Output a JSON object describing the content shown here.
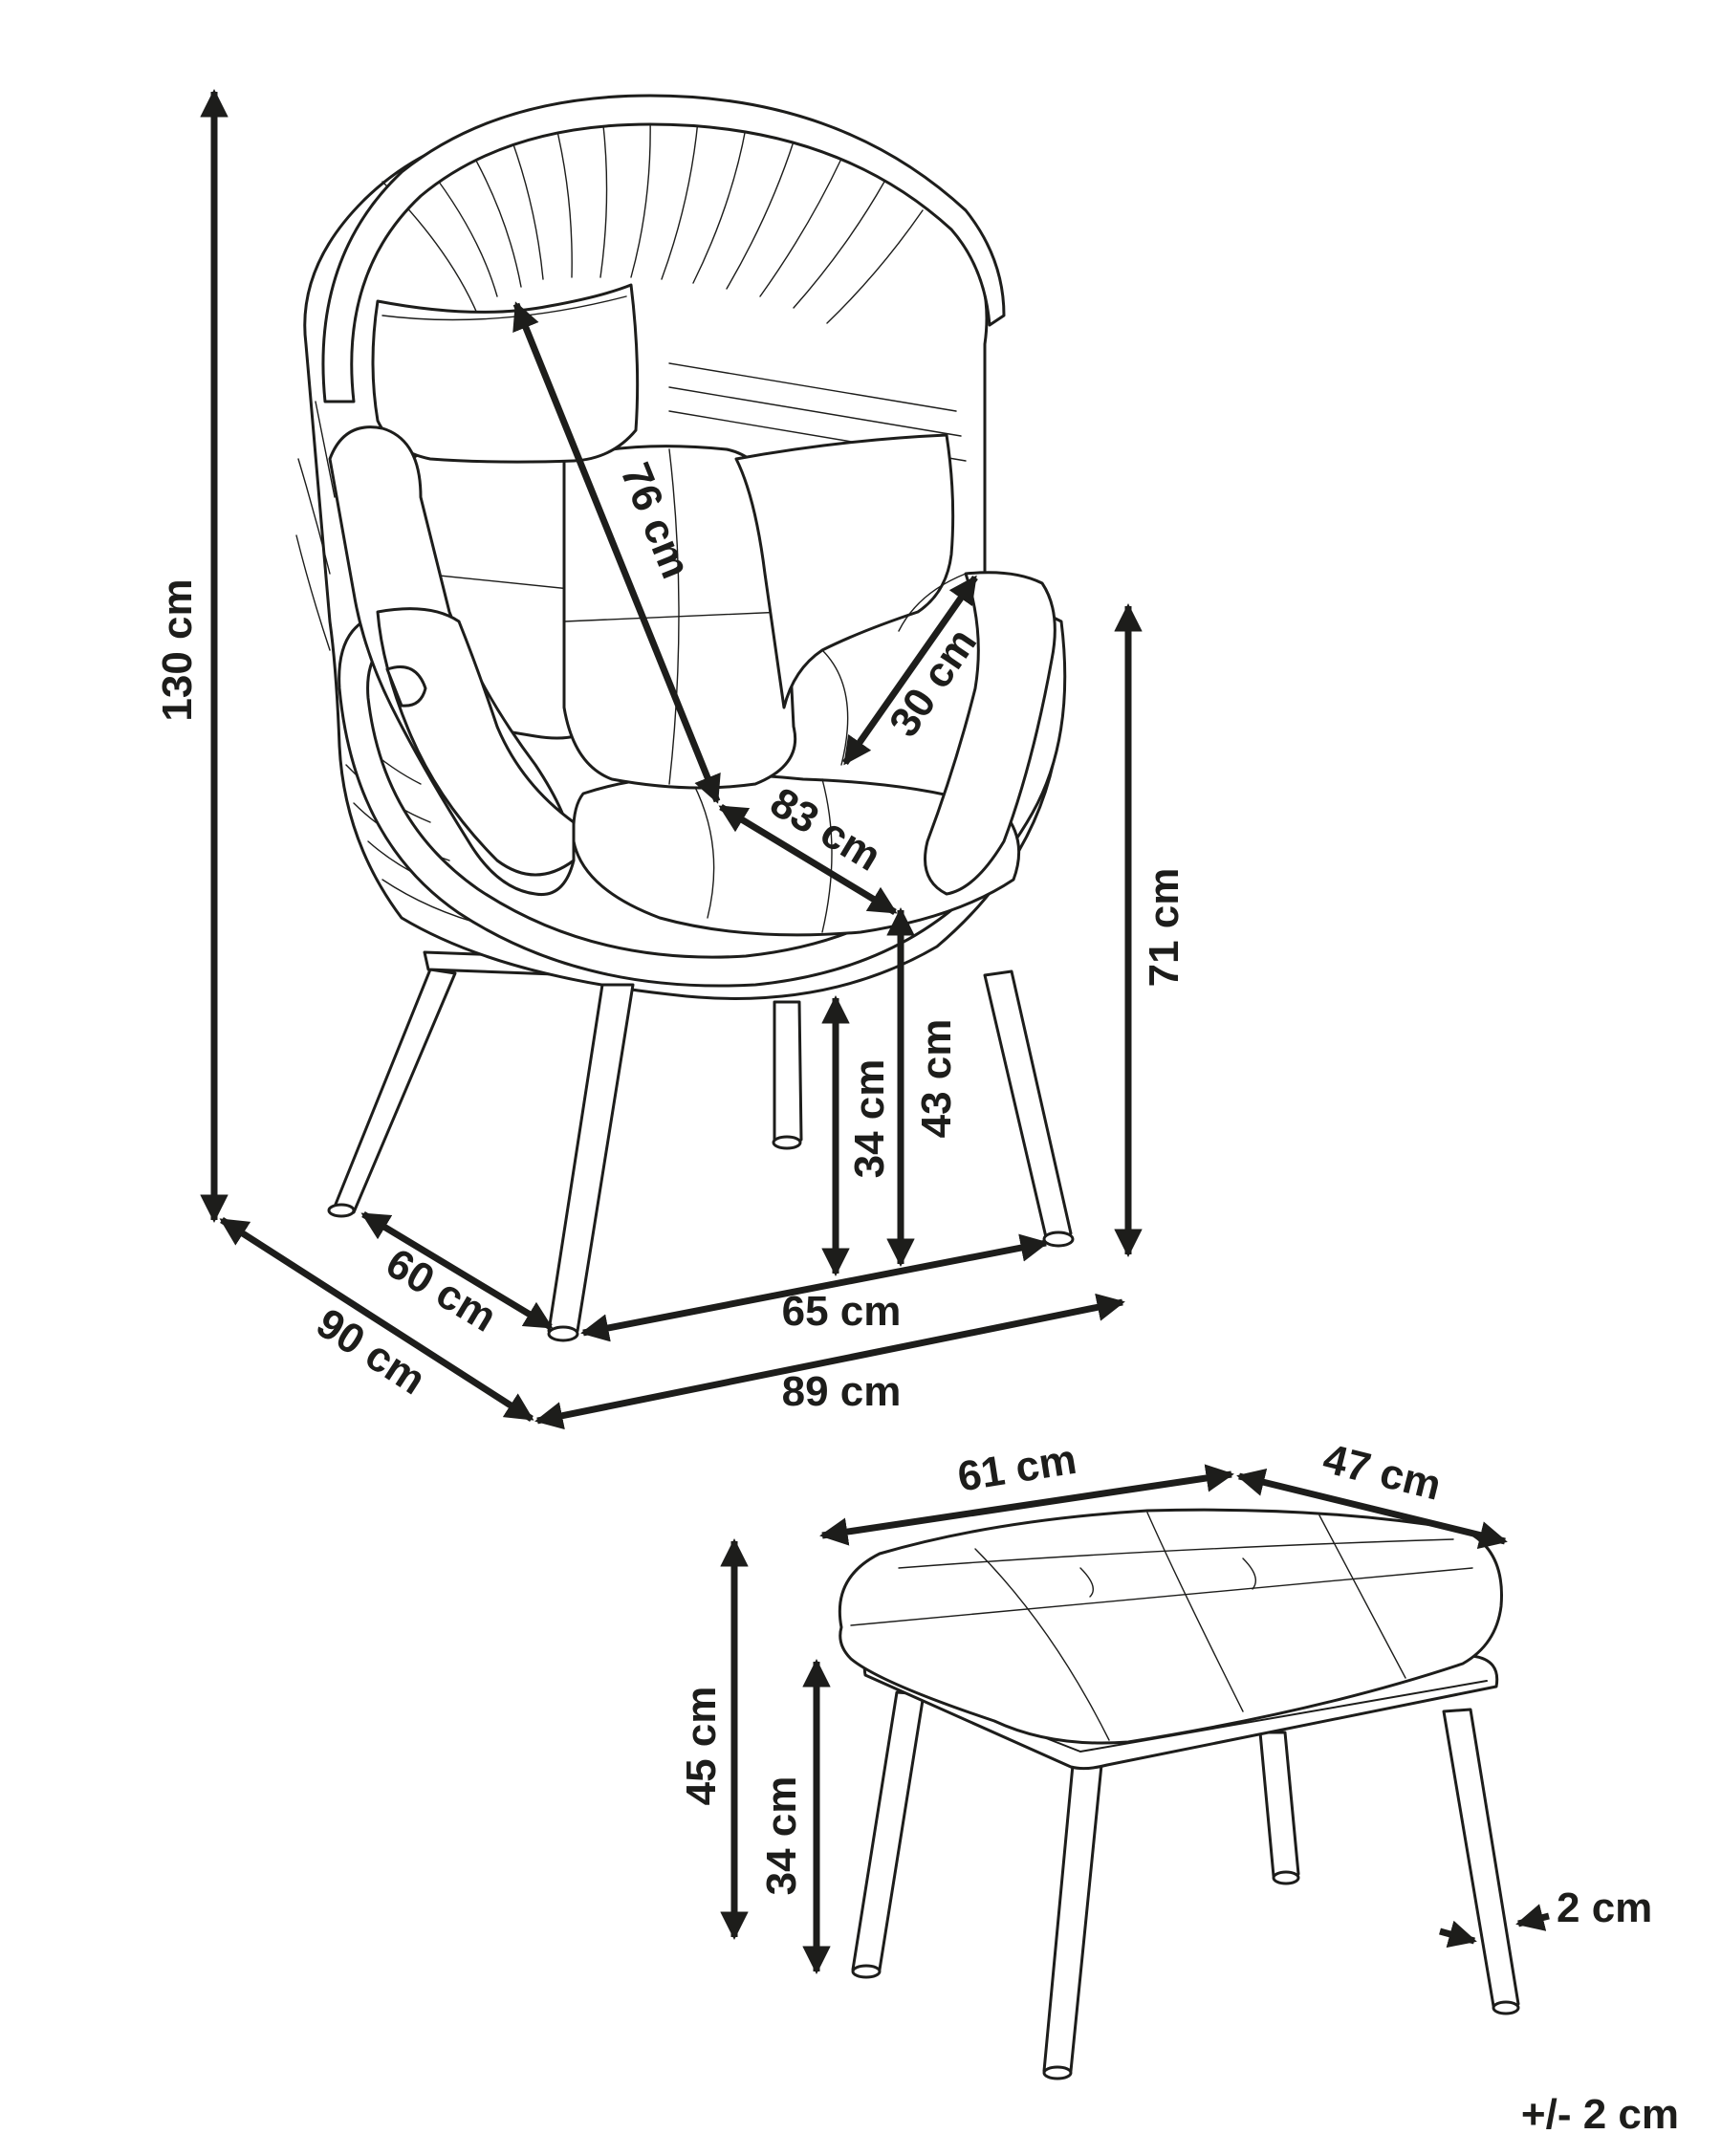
{
  "ink_color": "#1d1d1b",
  "background_color": "#ffffff",
  "chair": {
    "height_total": "130 cm",
    "depth_total": "90 cm",
    "depth_legs": "60 cm",
    "width_legs": "65 cm",
    "width_total": "89 cm",
    "backrest_height": "76 cm",
    "armrest_width": "30 cm",
    "seat_width": "83 cm",
    "seat_height": "43 cm",
    "inner_seat_height": "34 cm",
    "armrest_height": "71 cm"
  },
  "footstool": {
    "width": "61 cm",
    "depth": "47 cm",
    "height_total": "45 cm",
    "height_frame": "34 cm",
    "leg_diameter": "2 cm"
  },
  "tolerance": "+/- 2 cm"
}
